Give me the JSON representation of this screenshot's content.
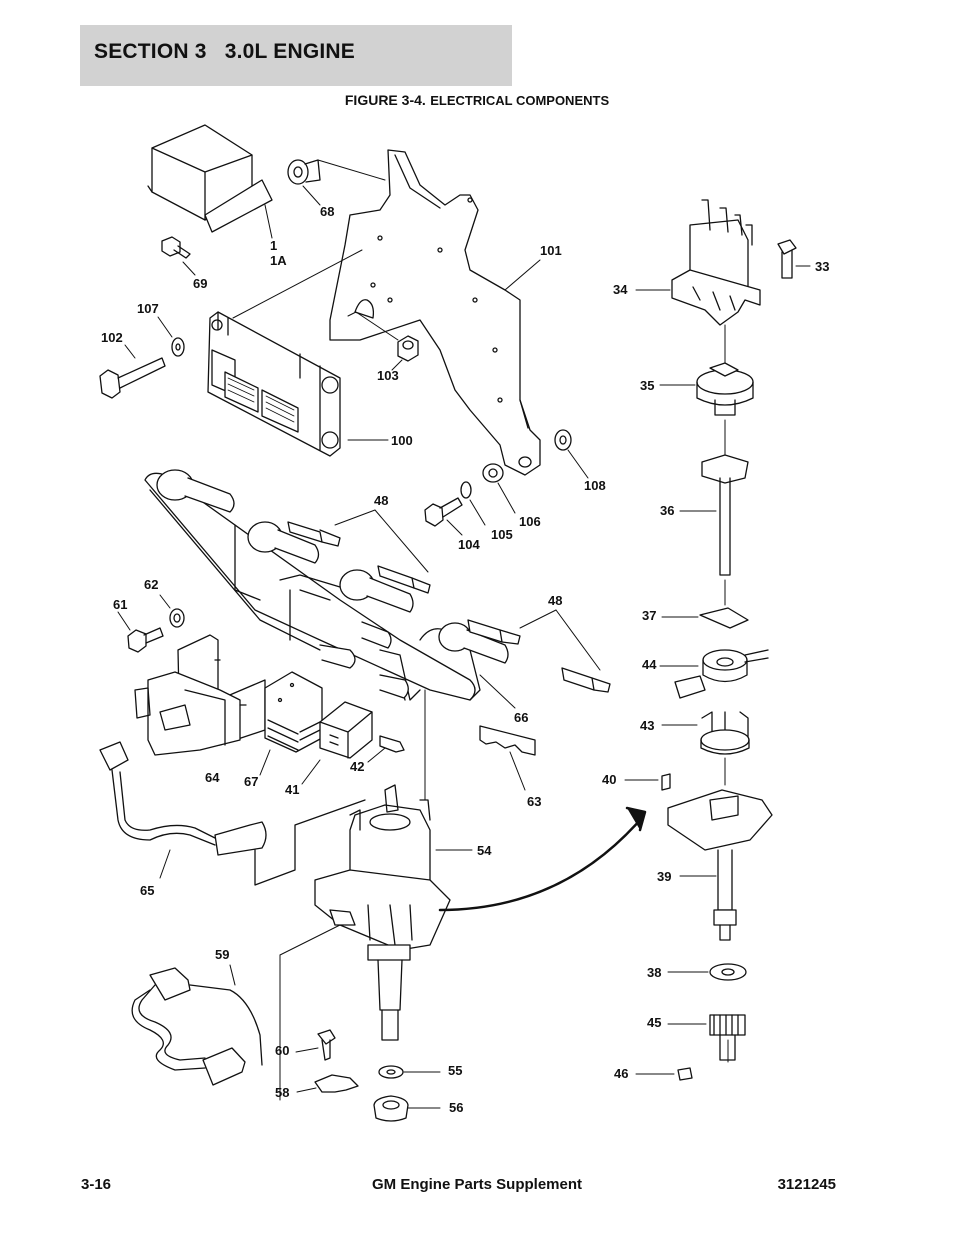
{
  "header": {
    "section": "SECTION 3",
    "title": "3.0L ENGINE"
  },
  "figure": {
    "prefix": "FIGURE 3-4.",
    "caption": "ELECTRICAL COMPONENTS"
  },
  "labels": {
    "l1": "1",
    "l1a": "1A",
    "l33": "33",
    "l34": "34",
    "l35": "35",
    "l36": "36",
    "l37": "37",
    "l38": "38",
    "l39": "39",
    "l40": "40",
    "l41": "41",
    "l42": "42",
    "l43": "43",
    "l44": "44",
    "l45": "45",
    "l46": "46",
    "l48a": "48",
    "l48b": "48",
    "l54": "54",
    "l55": "55",
    "l56": "56",
    "l58": "58",
    "l59": "59",
    "l60": "60",
    "l61": "61",
    "l62": "62",
    "l63": "63",
    "l64": "64",
    "l65": "65",
    "l66": "66",
    "l67": "67",
    "l68": "68",
    "l69": "69",
    "l100": "100",
    "l101": "101",
    "l102": "102",
    "l103": "103",
    "l104": "104",
    "l105": "105",
    "l106": "106",
    "l107": "107",
    "l108": "108"
  },
  "footer": {
    "page": "3-16",
    "title": "GM Engine Parts Supplement",
    "doc": "3121245"
  }
}
